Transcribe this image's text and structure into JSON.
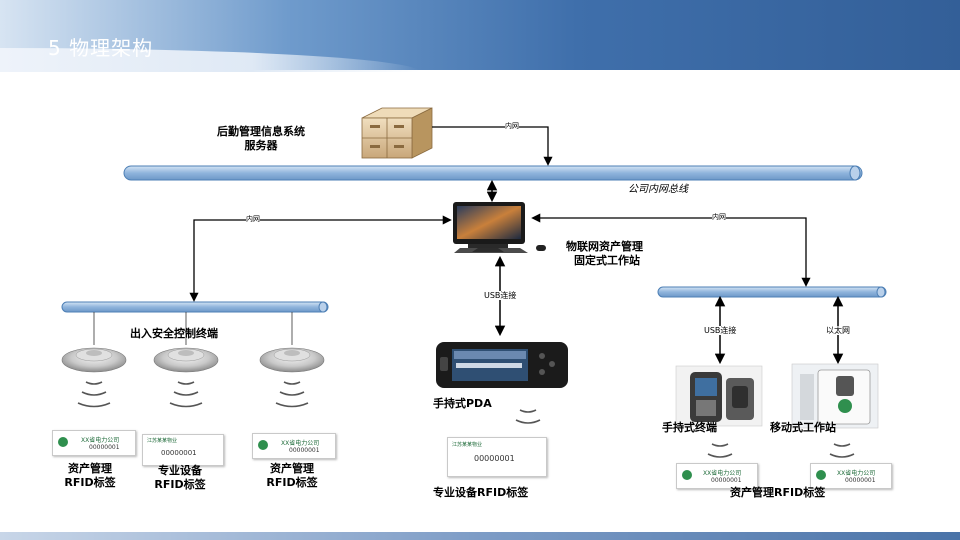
{
  "title": "5 物理架构",
  "server": {
    "label_line1": "后勤管理信息系统",
    "label_line2": "服务器"
  },
  "buses": {
    "company_bus_caption": "公司内网总线"
  },
  "connections": {
    "intranet": "内网",
    "usb": "USB连接",
    "ethernet": "以太网"
  },
  "workstation": {
    "label_line1": "物联网资产管理",
    "label_line2": "固定式工作站"
  },
  "left_group": {
    "title": "出入安全控制终端",
    "tag_labels": [
      {
        "line1": "资产管理",
        "line2": "RFID标签"
      },
      {
        "line1": "专业设备",
        "line2": "RFID标签"
      },
      {
        "line1": "资产管理",
        "line2": "RFID标签"
      }
    ]
  },
  "pda": {
    "label": "手持式PDA",
    "tag_caption": "专业设备RFID标签"
  },
  "right_group": {
    "handheld_label": "手持式终端",
    "mobile_label": "移动式工作站",
    "tag_caption": "资产管理RFID标签"
  },
  "tag_text": {
    "asset_org": "XX省电力公司",
    "asset_number": "00000001",
    "equipment_org": "江苏某某物业",
    "equipment_number": "00000001"
  },
  "colors": {
    "bus_fill": "#8fb4dc",
    "bus_stroke": "#4d7fb5",
    "header_dark": "#335f98",
    "tag_green": "#2f8f4e"
  }
}
